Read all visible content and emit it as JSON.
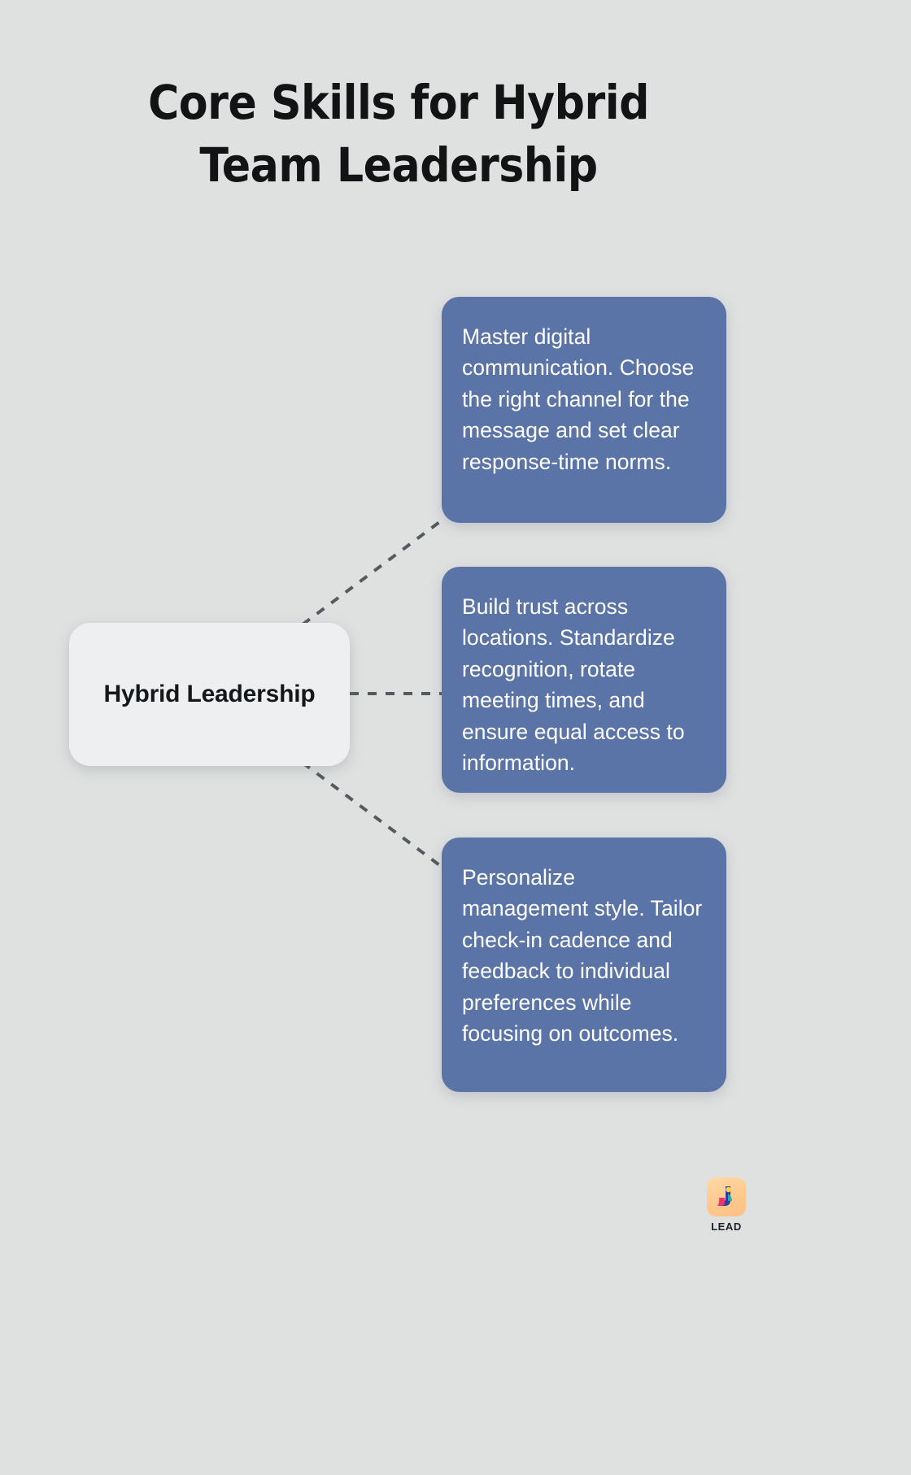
{
  "page": {
    "background_color": "#dfe1e1",
    "title": "Core Skills for Hybrid Team Leadership"
  },
  "diagram": {
    "type": "mind-map",
    "center": {
      "label": "Hybrid Leadership",
      "background_color": "#eeeff0",
      "text_color": "#15181b"
    },
    "connector": {
      "style": "dashed",
      "color": "#555a5e"
    },
    "branches": [
      {
        "id": "branch-communication",
        "text": "Master digital communication. Choose the right channel for the message and set clear response-time norms.",
        "background_color": "#5b74a8",
        "text_color": "#ffffff"
      },
      {
        "id": "branch-trust",
        "text": "Build trust across locations. Standardize recognition, rotate meeting times, and ensure equal access to information.",
        "background_color": "#5b74a8",
        "text_color": "#ffffff"
      },
      {
        "id": "branch-personalization",
        "text": "Personalize management style. Tailor check-in cadence and feedback to individual preferences while focusing on outcomes.",
        "background_color": "#5b74a8",
        "text_color": "#ffffff"
      }
    ]
  },
  "logo": {
    "wordmark": "LEAD",
    "tile_color": "#ffc98e"
  }
}
